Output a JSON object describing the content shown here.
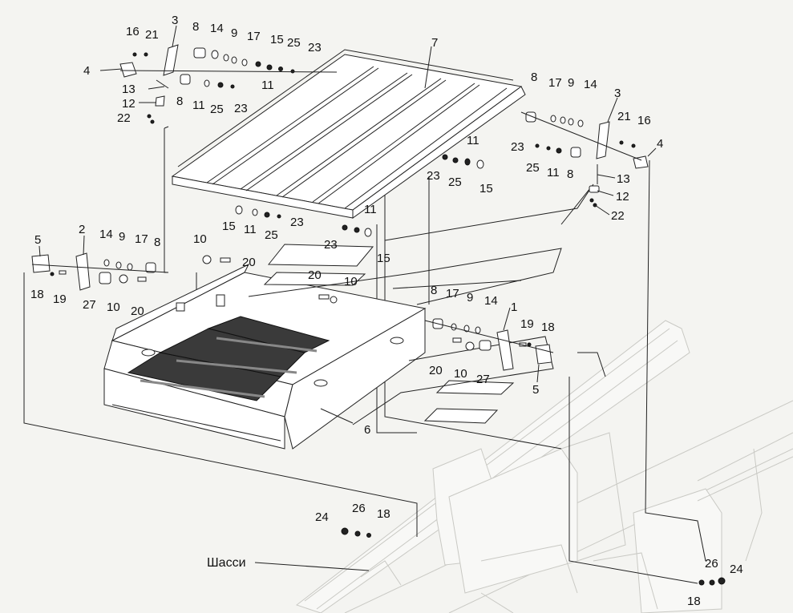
{
  "labels": {
    "l1": "1",
    "l2": "2",
    "l3a": "3",
    "l3b": "3",
    "l4a": "4",
    "l4b": "4",
    "l5a": "5",
    "l5b": "5",
    "l6": "6",
    "l7": "7",
    "l8a": "8",
    "l8b": "8",
    "l8c": "8",
    "l8d": "8",
    "l8e": "8",
    "l8f": "8",
    "l9a": "9",
    "l9b": "9",
    "l9c": "9",
    "l9d": "9",
    "l10a": "10",
    "l10b": "10",
    "l10c": "10",
    "l10d": "10",
    "l11a": "11",
    "l11b": "11",
    "l11c": "11",
    "l11d": "11",
    "l11e": "11",
    "l11f": "11",
    "l12a": "12",
    "l12b": "12",
    "l13a": "13",
    "l13b": "13",
    "l14a": "14",
    "l14b": "14",
    "l14c": "14",
    "l14d": "14",
    "l15a": "15",
    "l15b": "15",
    "l15c": "15",
    "l15d": "15",
    "l16a": "16",
    "l16b": "16",
    "l17a": "17",
    "l17b": "17",
    "l17c": "17",
    "l17d": "17",
    "l18a": "18",
    "l18b": "18",
    "l18c": "18",
    "l18d": "18",
    "l19a": "19",
    "l19b": "19",
    "l20a": "20",
    "l20b": "20",
    "l20c": "20",
    "l20d": "20",
    "l21a": "21",
    "l21b": "21",
    "l22a": "22",
    "l22b": "22",
    "l23a": "23",
    "l23b": "23",
    "l23c": "23",
    "l23d": "23",
    "l23e": "23",
    "l23f": "23",
    "l24a": "24",
    "l24b": "24",
    "l25a": "25",
    "l25b": "25",
    "l25c": "25",
    "l25d": "25",
    "l25e": "25",
    "l26a": "26",
    "l26b": "26",
    "l27a": "27",
    "l27b": "27",
    "chassis": "Шасси"
  }
}
